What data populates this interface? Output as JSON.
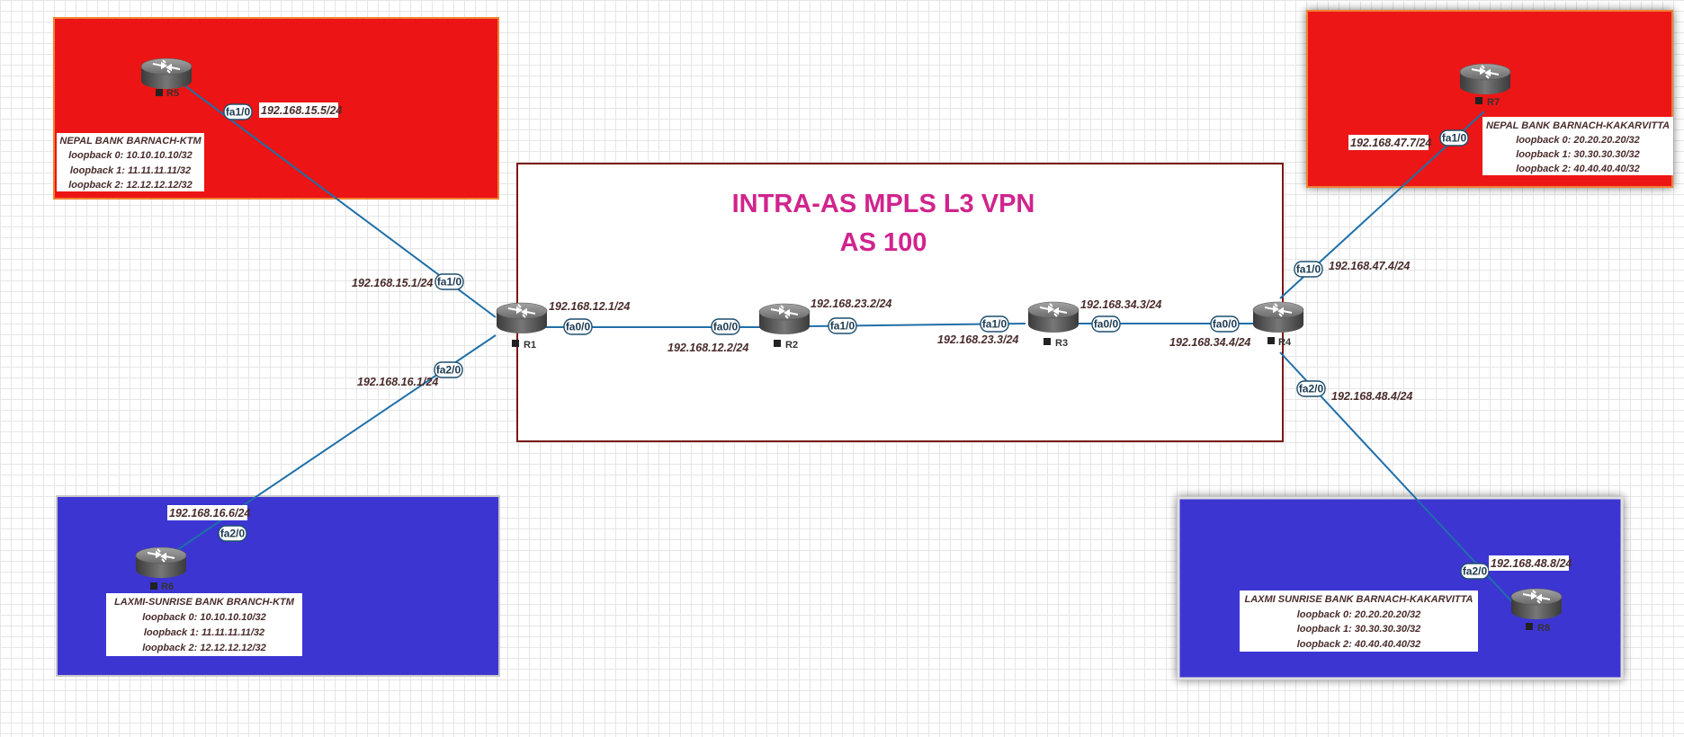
{
  "title": {
    "line1": "INTRA-AS MPLS L3 VPN",
    "line2": "AS 100"
  },
  "colors": {
    "red_site": "#ec1414",
    "blue_site": "#3c35d2",
    "title": "#d0248d",
    "link": "#1f6fa8"
  },
  "routers": {
    "R1": "R1",
    "R2": "R2",
    "R3": "R3",
    "R4": "R4",
    "R5": "R5",
    "R6": "R6",
    "R7": "R7",
    "R8": "R8"
  },
  "sites": {
    "nepal_ktm": {
      "name": "NEPAL BANK BARNACH-KTM",
      "loopbacks": [
        "loopback 0: 10.10.10.10/32",
        "loopback 1: 11.11.11.11/32",
        "loopback 2: 12.12.12.12/32"
      ]
    },
    "laxmi_ktm": {
      "name": "LAXMI-SUNRISE BANK BRANCH-KTM",
      "loopbacks": [
        "loopback 0: 10.10.10.10/32",
        "loopback 1: 11.11.11.11/32",
        "loopback 2: 12.12.12.12/32"
      ]
    },
    "nepal_kakarvitta": {
      "name": "NEPAL BANK BARNACH-KAKARVITTA",
      "loopbacks": [
        "loopback 0: 20.20.20.20/32",
        "loopback 1: 30.30.30.30/32",
        "loopback 2: 40.40.40.40/32"
      ]
    },
    "laxmi_kakarvitta": {
      "name": "LAXMI SUNRISE BANK BARNACH-KAKARVITTA",
      "loopbacks": [
        "loopback 0: 20.20.20.20/32",
        "loopback 1: 30.30.30.30/32",
        "loopback 2: 40.40.40.40/32"
      ]
    }
  },
  "interfaces": {
    "r5_fa10": "fa1/0",
    "r1_fa10": "fa1/0",
    "r1_fa00": "fa0/0",
    "r1_fa20": "fa2/0",
    "r6_fa20": "fa2/0",
    "r2_fa00": "fa0/0",
    "r2_fa10": "fa1/0",
    "r3_fa10": "fa1/0",
    "r3_fa00": "fa0/0",
    "r4_fa00": "fa0/0",
    "r4_fa10": "fa1/0",
    "r4_fa20": "fa2/0",
    "r7_fa10": "fa1/0",
    "r8_fa20": "fa2/0"
  },
  "ips": {
    "r5": "192.168.15.5/24",
    "r1_to_r5": "192.168.15.1/24",
    "r1_to_r6": "192.168.16.1/24",
    "r6": "192.168.16.6/24",
    "r1_to_r2": "192.168.12.1/24",
    "r2_to_r1": "192.168.12.2/24",
    "r2_to_r3": "192.168.23.2/24",
    "r3_to_r2": "192.168.23.3/24",
    "r3_to_r4": "192.168.34.3/24",
    "r4_to_r3": "192.168.34.4/24",
    "r4_to_r7": "192.168.47.4/24",
    "r7": "192.168.47.7/24",
    "r4_to_r8": "192.168.48.4/24",
    "r8": "192.168.48.8/24"
  }
}
